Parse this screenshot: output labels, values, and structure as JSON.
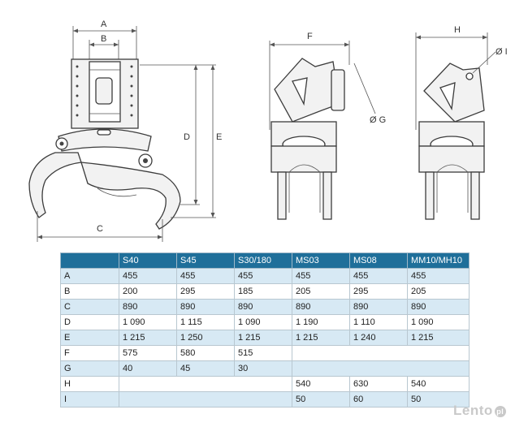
{
  "drawing": {
    "dims_front": [
      "A",
      "B",
      "C",
      "D",
      "E"
    ],
    "dims_side": [
      "F",
      "Ø G"
    ],
    "dims_right": [
      "H",
      "Ø I"
    ]
  },
  "table": {
    "columns": [
      "",
      "S40",
      "S45",
      "S30/180",
      "MS03",
      "MS08",
      "MM10/MH10"
    ],
    "rows": [
      [
        "A",
        "455",
        "455",
        "455",
        "455",
        "455",
        "455"
      ],
      [
        "B",
        "200",
        "295",
        "185",
        "205",
        "295",
        "205"
      ],
      [
        "C",
        "890",
        "890",
        "890",
        "890",
        "890",
        "890"
      ],
      [
        "D",
        "1 090",
        "1 115",
        "1 090",
        "1 190",
        "1 110",
        "1 090"
      ],
      [
        "E",
        "1 215",
        "1 250",
        "1 215",
        "1 215",
        "1 240",
        "1 215"
      ],
      [
        "F",
        "575",
        "580",
        "515",
        "",
        "",
        ""
      ],
      [
        "G",
        "40",
        "45",
        "30",
        "",
        "",
        ""
      ],
      [
        "H",
        "",
        "",
        "",
        "540",
        "630",
        "540"
      ],
      [
        "I",
        "",
        "",
        "",
        "50",
        "60",
        "50"
      ]
    ]
  },
  "watermark": {
    "text": "Lento",
    "badge": "pl"
  }
}
